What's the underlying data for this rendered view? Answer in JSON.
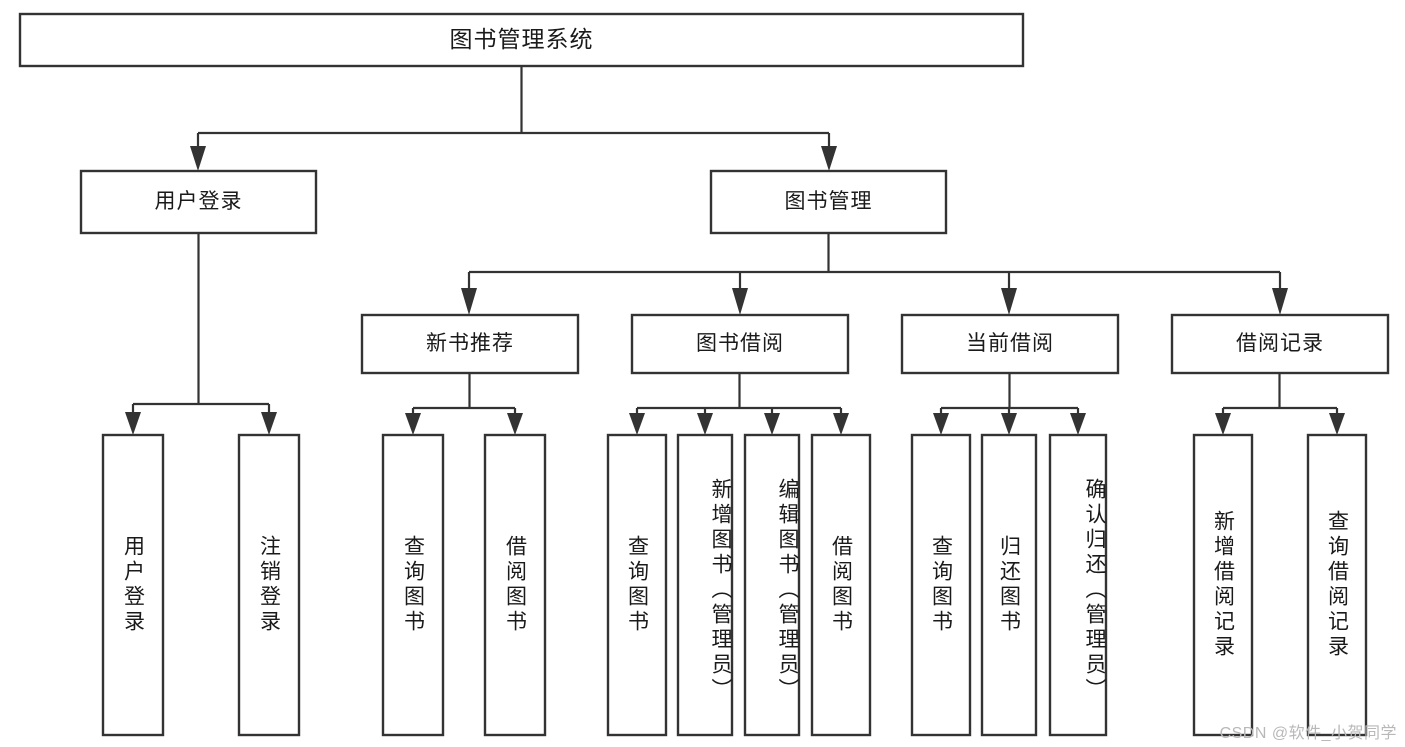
{
  "diagram": {
    "type": "tree-hierarchy",
    "title": "图书管理系统",
    "background_color": "#ffffff",
    "stroke_color": "#333333",
    "text_color": "#1a1a1a",
    "levels": [
      {
        "level": 1,
        "nodes": [
          {
            "id": "root",
            "label": "图书管理系统",
            "orientation": "horizontal"
          }
        ]
      },
      {
        "level": 2,
        "nodes": [
          {
            "id": "user-login",
            "label": "用户登录",
            "orientation": "horizontal",
            "parent": "root"
          },
          {
            "id": "book-manage",
            "label": "图书管理",
            "orientation": "horizontal",
            "parent": "root"
          }
        ]
      },
      {
        "level": 3,
        "nodes": [
          {
            "id": "new-book-rec",
            "label": "新书推荐",
            "orientation": "horizontal",
            "parent": "book-manage"
          },
          {
            "id": "book-borrow",
            "label": "图书借阅",
            "orientation": "horizontal",
            "parent": "book-manage"
          },
          {
            "id": "current-borrow",
            "label": "当前借阅",
            "orientation": "horizontal",
            "parent": "book-manage"
          },
          {
            "id": "borrow-record",
            "label": "借阅记录",
            "orientation": "horizontal",
            "parent": "book-manage"
          }
        ]
      },
      {
        "level": 4,
        "nodes": [
          {
            "id": "leaf-user-login",
            "label": "用户登录",
            "orientation": "vertical",
            "parent": "user-login"
          },
          {
            "id": "leaf-logout",
            "label": "注销登录",
            "orientation": "vertical",
            "parent": "user-login"
          },
          {
            "id": "leaf-query-book-1",
            "label": "查询图书",
            "orientation": "vertical",
            "parent": "new-book-rec"
          },
          {
            "id": "leaf-borrow-book-1",
            "label": "借阅图书",
            "orientation": "vertical",
            "parent": "new-book-rec"
          },
          {
            "id": "leaf-query-book-2",
            "label": "查询图书",
            "orientation": "vertical",
            "parent": "book-borrow"
          },
          {
            "id": "leaf-add-book",
            "label": "新增图书（管理员）",
            "orientation": "vertical",
            "parent": "book-borrow"
          },
          {
            "id": "leaf-edit-book",
            "label": "编辑图书（管理员）",
            "orientation": "vertical",
            "parent": "book-borrow"
          },
          {
            "id": "leaf-borrow-book-2",
            "label": "借阅图书",
            "orientation": "vertical",
            "parent": "book-borrow"
          },
          {
            "id": "leaf-query-book-3",
            "label": "查询图书",
            "orientation": "vertical",
            "parent": "current-borrow"
          },
          {
            "id": "leaf-return-book",
            "label": "归还图书",
            "orientation": "vertical",
            "parent": "current-borrow"
          },
          {
            "id": "leaf-confirm-return",
            "label": "确认归还（管理员）",
            "orientation": "vertical",
            "parent": "current-borrow"
          },
          {
            "id": "leaf-add-record",
            "label": "新增借阅记录",
            "orientation": "vertical",
            "parent": "borrow-record"
          },
          {
            "id": "leaf-query-record",
            "label": "查询借阅记录",
            "orientation": "vertical",
            "parent": "borrow-record"
          }
        ]
      }
    ]
  },
  "watermark": {
    "text": "CSDN @软件_小贺同学"
  }
}
